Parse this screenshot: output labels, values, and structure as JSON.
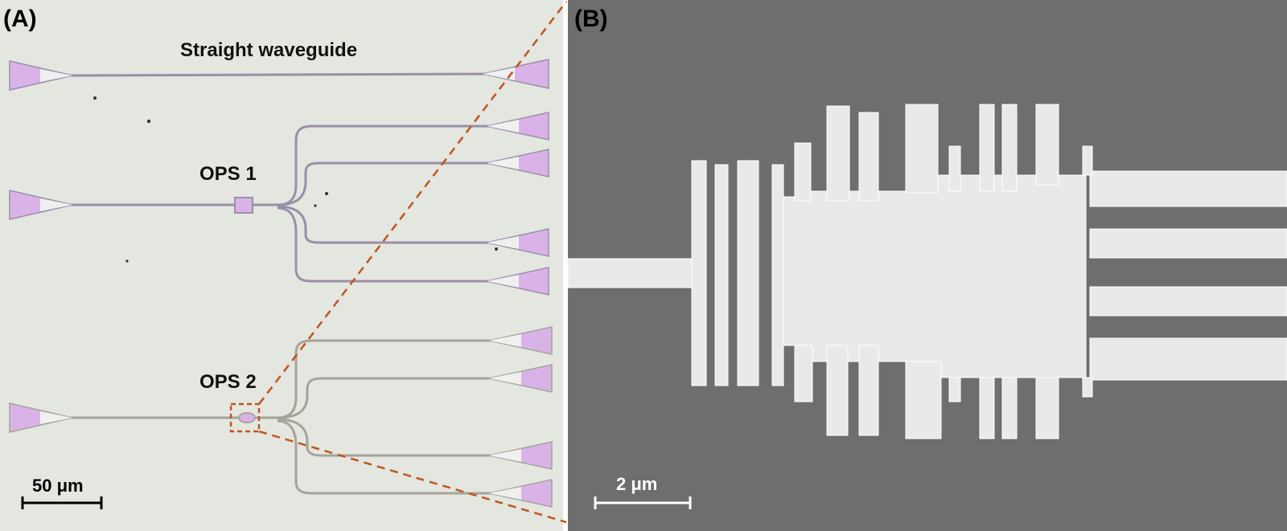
{
  "panels": {
    "a": {
      "label": "(A)",
      "annotations": {
        "straight": "Straight waveguide",
        "ops1": "OPS 1",
        "ops2": "OPS 2"
      },
      "scale_bar": "50 μm"
    },
    "b": {
      "label": "(B)",
      "scale_bar": "2 μm"
    }
  },
  "colors": {
    "panel_a_background": "#e4e6e0",
    "waveguide": "#9a8fa8",
    "waveguide_lower": "#a6a39a",
    "coupler_fill": "#d9b3e8",
    "coupler_tip": "#f1f0f0",
    "zoom_lines": "#c0551f",
    "sem_background": "#6e6e6e",
    "sem_structure": "#e9e9e9"
  }
}
